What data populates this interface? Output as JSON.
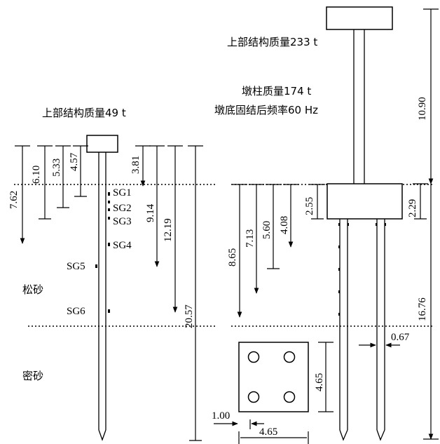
{
  "left": {
    "superstructure_label": "上部结构质量49 t",
    "loose_sand_label": "松砂",
    "dense_sand_label": "密砂",
    "depth_dims": [
      "7.62",
      "6.10",
      "5.33",
      "4.57",
      "3.81",
      "9.14",
      "12.19",
      "20.57"
    ],
    "gauges": [
      "SG1",
      "SG2",
      "SG3",
      "SG4",
      "SG5",
      "SG6"
    ]
  },
  "right": {
    "superstructure_label": "上部结构质量233 t",
    "pier_mass_label": "墩柱质量174 t",
    "frequency_label": "墩底固结后频率60 Hz",
    "column_height": "10.90",
    "cap_height": "2.29",
    "pile_length": "16.76",
    "pile_depth_dims": [
      "8.65",
      "7.13",
      "5.60",
      "4.08",
      "2.55"
    ],
    "pile_diameter": "0.67",
    "plan": {
      "side": "4.65",
      "bottom": "4.65",
      "edge": "1.00"
    }
  }
}
